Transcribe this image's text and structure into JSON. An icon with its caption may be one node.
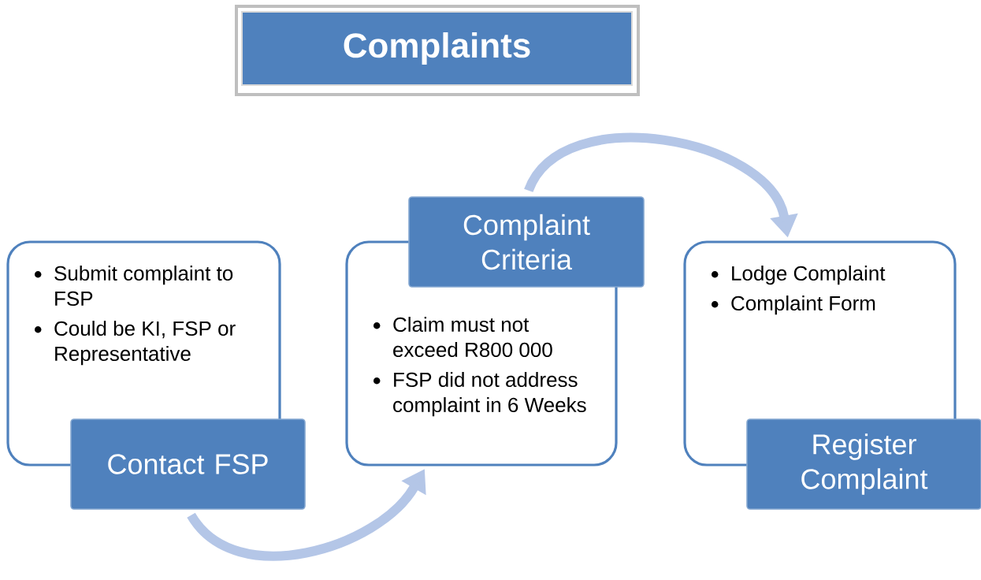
{
  "diagram": {
    "title": "Complaints",
    "nodes": [
      {
        "text": [
          "Submit complaint to FSP",
          "Could be KI, FSP or Representative"
        ]
      },
      {
        "text": [
          "Contact FSP"
        ]
      },
      {
        "text": [
          "Claim must not exceed R800 000",
          "FSP did not address complaint in 6 Weeks"
        ]
      },
      {
        "text": [
          "Complaint Criteria"
        ]
      },
      {
        "text": [
          "Lodge Complaint",
          "Complaint Form"
        ]
      },
      {
        "text": [
          "Register Complaint"
        ]
      }
    ],
    "edges": [
      {
        "from": 1,
        "to": 2,
        "arrow": "to"
      },
      {
        "from": 3,
        "to": 4,
        "arrow": "to"
      }
    ]
  }
}
